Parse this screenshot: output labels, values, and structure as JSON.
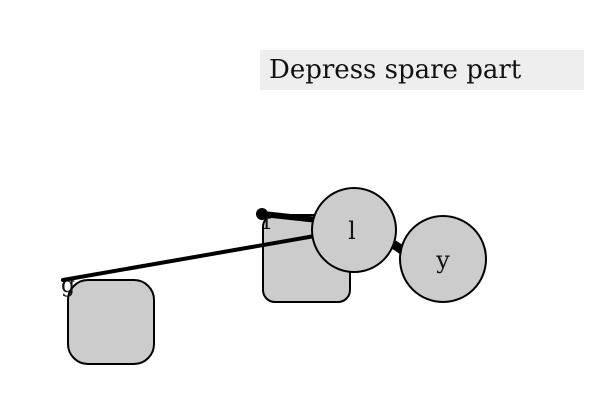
{
  "task": {
    "instruction": "Depress spare part"
  },
  "colors": {
    "background": "#ffffff",
    "banner_background": "#eeeeee",
    "shape_fill": "#cccccc",
    "stroke": "#000000",
    "text": "#111111"
  },
  "scene": {
    "anchors": {
      "anchor_f": {
        "label": "f"
      },
      "anchor_g": {
        "label": "g"
      }
    },
    "nodes": {
      "square_left": {
        "label": ""
      },
      "square_center": {
        "label": ""
      },
      "circle_l": {
        "label": "l"
      },
      "circle_y": {
        "label": "y"
      }
    }
  }
}
